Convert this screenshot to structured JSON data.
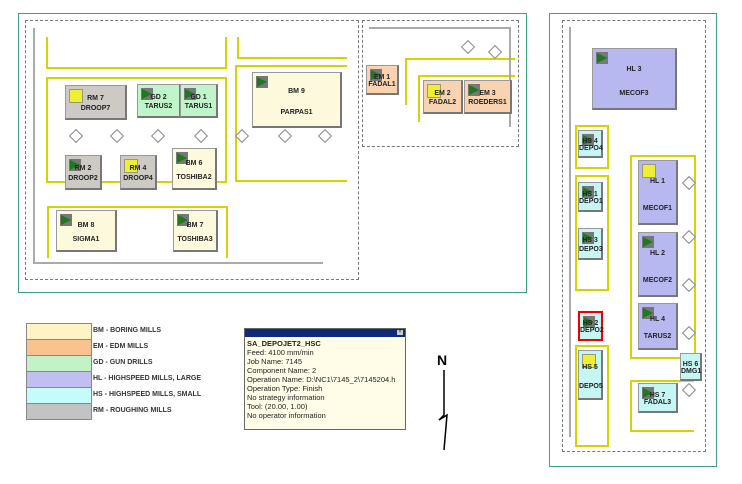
{
  "machines": [
    {
      "id": "RM 7",
      "model": "DROOP7",
      "type": "RM",
      "status": "stop-icon"
    },
    {
      "id": "GD 2",
      "model": "TARUS2",
      "type": "GD",
      "status": "play-icon"
    },
    {
      "id": "GD 1",
      "model": "TARUS1",
      "type": "GD",
      "status": "play-icon"
    },
    {
      "id": "BM 9",
      "model": "PARPAS1",
      "type": "BM",
      "status": "play-icon"
    },
    {
      "id": "RM 2",
      "model": "DROOP2",
      "type": "RM",
      "status": "play-icon"
    },
    {
      "id": "RM 4",
      "model": "DROOP4",
      "type": "RM",
      "status": "stop-icon"
    },
    {
      "id": "BM 6",
      "model": "TOSHIBA2",
      "type": "BM",
      "status": "play-icon"
    },
    {
      "id": "BM 8",
      "model": "SIGMA1",
      "type": "BM",
      "status": "play-icon"
    },
    {
      "id": "BM 7",
      "model": "TOSHIBA3",
      "type": "BM",
      "status": "play-icon"
    },
    {
      "id": "EM 1",
      "model": "FADAL1",
      "type": "EM",
      "status": "play-icon"
    },
    {
      "id": "EM 2",
      "model": "FADAL2",
      "type": "EM",
      "status": "stop-icon"
    },
    {
      "id": "EM 3",
      "model": "ROEDERS1",
      "type": "EM",
      "status": "play-icon"
    },
    {
      "id": "HL 3",
      "model": "MECOF3",
      "type": "HL",
      "status": "play-icon"
    },
    {
      "id": "HS 4",
      "model": "DEPO4",
      "type": "HS",
      "status": "play-icon"
    },
    {
      "id": "HS 1",
      "model": "DEPO1",
      "type": "HS",
      "status": "play-icon"
    },
    {
      "id": "HS 3",
      "model": "DEPO3",
      "type": "HS",
      "status": "play-icon"
    },
    {
      "id": "HS 2",
      "model": "DEPO2",
      "type": "HS",
      "status": "play-icon",
      "selected": true
    },
    {
      "id": "HS 5",
      "model": "DEPO5",
      "type": "HS",
      "status": "stop-icon"
    },
    {
      "id": "HL 1",
      "model": "MECOF1",
      "type": "HL",
      "status": "stop-icon"
    },
    {
      "id": "HL 2",
      "model": "MECOF2",
      "type": "HL",
      "status": "play-icon"
    },
    {
      "id": "HL 4",
      "model": "TARUS2",
      "type": "HL",
      "status": "play-icon"
    },
    {
      "id": "HS 6",
      "model": "DMG1",
      "type": "HS",
      "status": "none"
    },
    {
      "id": "HS 7",
      "model": "FADAL3",
      "type": "HS",
      "status": "play-icon"
    }
  ],
  "legend": [
    {
      "label": "BM - BORING MILLS",
      "color": "#fdf3c4"
    },
    {
      "label": "EM - EDM MILLS",
      "color": "#f9c28f"
    },
    {
      "label": "GD - GUN DRILLS",
      "color": "#c4f2c8"
    },
    {
      "label": "HL - HIGHSPEED MILLS, LARGE",
      "color": "#c0bff0"
    },
    {
      "label": "HS - HIGHSPEED MILLS, SMALL",
      "color": "#c6fbfb"
    },
    {
      "label": "RM - ROUGHING MILLS",
      "color": "#c3c3c3"
    }
  ],
  "tooltip": {
    "title": "SA_DEPOJET2_HSC",
    "lines": [
      "Feed:  4100 mm/min",
      "Job Name: 7145",
      "Component Name: 2",
      "Operation Name: D:\\NC1\\7145_2\\7145204.h",
      "Operation Type: Finish",
      "No strategy information",
      "Tool: (20.00, 1.00)",
      "No operator information"
    ]
  },
  "compass": {
    "label": "N"
  }
}
